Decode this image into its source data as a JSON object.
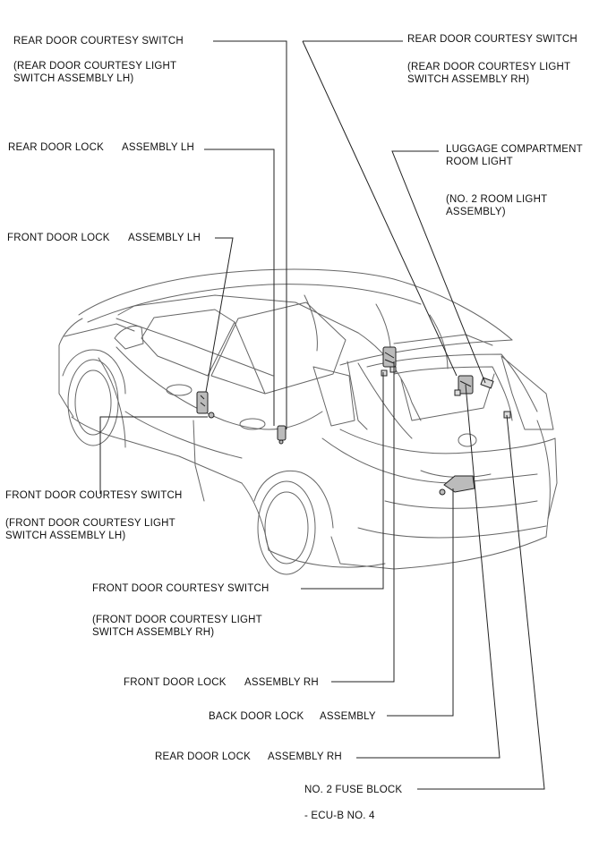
{
  "labels": {
    "rear_courtesy_lh": "REAR DOOR COURTESY SWITCH",
    "rear_courtesy_lh_sub": "(REAR DOOR COURTESY LIGHT\nSWITCH ASSEMBLY LH)",
    "rear_courtesy_rh": "REAR DOOR COURTESY SWITCH",
    "rear_courtesy_rh_sub": "(REAR DOOR COURTESY LIGHT\nSWITCH ASSEMBLY RH)",
    "rear_lock_lh": "REAR DOOR LOCK",
    "rear_lock_lh_b": "ASSEMBLY LH",
    "luggage_light": "LUGGAGE COMPARTMENT\nROOM LIGHT",
    "luggage_light_sub": "(NO. 2 ROOM LIGHT\nASSEMBLY)",
    "front_lock_lh": "FRONT DOOR LOCK",
    "front_lock_lh_b": "ASSEMBLY LH",
    "front_courtesy_lh": "FRONT DOOR COURTESY SWITCH",
    "front_courtesy_lh_sub": "(FRONT DOOR COURTESY LIGHT\nSWITCH ASSEMBLY LH)",
    "front_courtesy_rh": "FRONT DOOR COURTESY SWITCH",
    "front_courtesy_rh_sub": "(FRONT DOOR COURTESY LIGHT\nSWITCH ASSEMBLY RH)",
    "front_lock_rh": "FRONT DOOR LOCK",
    "front_lock_rh_b": "ASSEMBLY RH",
    "back_lock": "BACK DOOR LOCK",
    "back_lock_b": "ASSEMBLY",
    "rear_lock_rh": "REAR DOOR LOCK",
    "rear_lock_rh_b": "ASSEMBLY RH",
    "fuse_block": "NO. 2 FUSE BLOCK",
    "fuse_block_sub": "- ECU-B NO. 4"
  },
  "colors": {
    "line": "#222222",
    "car": "#555555"
  }
}
